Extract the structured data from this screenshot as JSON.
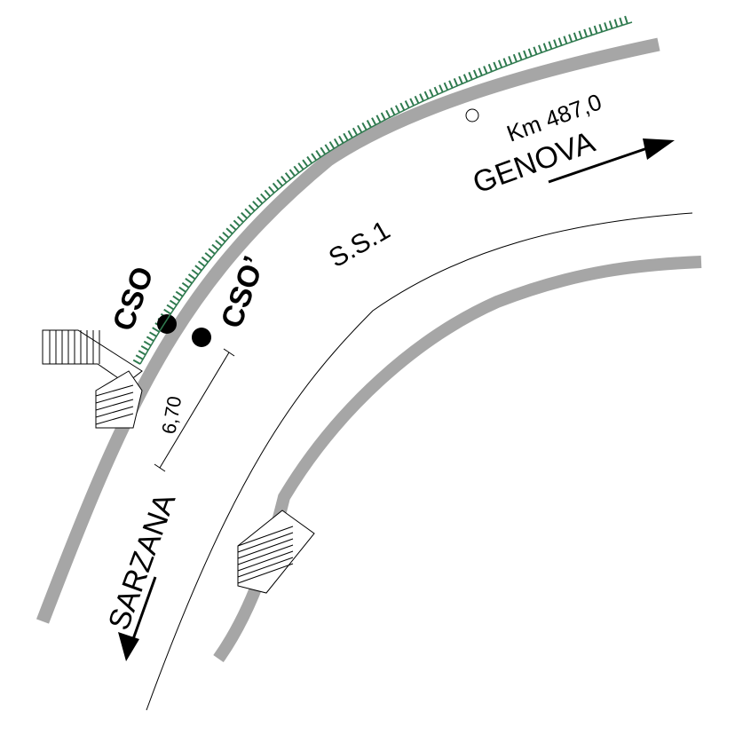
{
  "labels": {
    "point_cso": "CSO",
    "point_cso_prime": "CSO’",
    "road_name": "S.S.1",
    "kilometer": "Km 487,0",
    "direction_north": "GENOVA",
    "direction_south": "SARZANA",
    "distance": "6,70"
  },
  "colors": {
    "road_edge": "#a6a6a6",
    "grass": "#2f7a4f",
    "marker": "#000000"
  }
}
